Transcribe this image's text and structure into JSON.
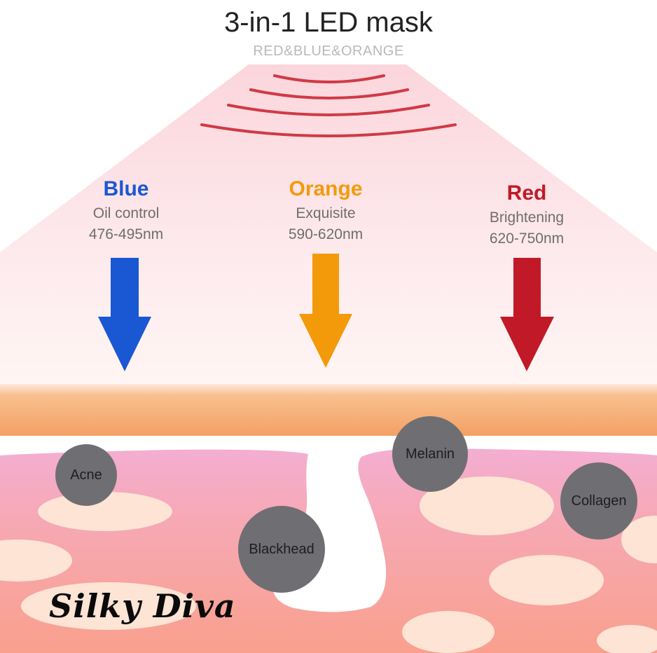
{
  "title": "3-in-1 LED mask",
  "subtitle": "RED&BLUE&ORANGE",
  "bands": [
    {
      "name": "Blue",
      "effect": "Oil control",
      "wavelength": "476-495nm",
      "color": "#1a57d3"
    },
    {
      "name": "Orange",
      "effect": "Exquisite",
      "wavelength": "590-620nm",
      "color": "#f39a0b"
    },
    {
      "name": "Red",
      "effect": "Brightening",
      "wavelength": "620-750nm",
      "color": "#c11927"
    }
  ],
  "skin_targets": [
    "Acne",
    "Blackhead",
    "Melanin",
    "Collagen"
  ],
  "watermark": "Silky Diva",
  "colors": {
    "light_glow": "#fce4e7",
    "wave_lines": "#d03a45",
    "skin_surface": "#f4a56a",
    "dermis_pink": "#f3afcf",
    "dermis_salmon": "#f8a294",
    "cell_spots": "#fde4d4",
    "target_circle": "#6f6e73"
  }
}
